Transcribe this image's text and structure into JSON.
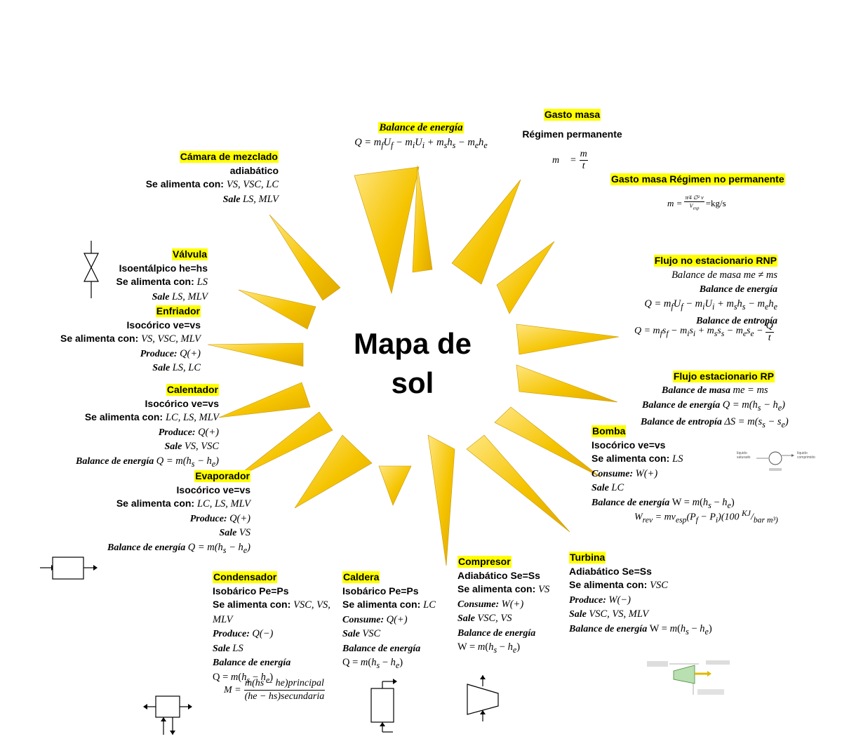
{
  "title": "Mapa de sol",
  "colors": {
    "ray_fill": "#f5c400",
    "ray_light": "#ffe680",
    "ray_edge": "#c99a00",
    "highlight": "#ffff00"
  },
  "balance_top": {
    "label": "Balance de energía",
    "eq": "Q = m_f U_f − m_i U_i + m_s h_s − m_e h_e"
  },
  "gasto_masa": {
    "label": "Gasto masa",
    "line": "Régimen permanente",
    "eq_lhs": "m",
    "eq_num": "m",
    "eq_den": "t"
  },
  "gasto_np": {
    "label": "Gasto masa Régimen no permanente",
    "eq": "m = (π/4 ∅² v)/V_esp = kg/s"
  },
  "camara": {
    "label": "Cámara de mezclado",
    "l1": "adiabático",
    "l2a": "Se alimenta con: ",
    "l2b": "VS, VSC, LC",
    "l3a": "Sale ",
    "l3b": "LS, MLV"
  },
  "valvula": {
    "label": "Válvula",
    "l1": "Isoentálpico he=hs",
    "l2a": "Se alimenta con: ",
    "l2b": "LS",
    "l3a": "Sale ",
    "l3b": "LS, MLV"
  },
  "enfriador": {
    "label": "Enfriador",
    "l1": "Isocórico ve=vs",
    "l2a": "Se alimenta con: ",
    "l2b": "VS, VSC, MLV",
    "l3a": "Produce: ",
    "l3b": "Q(+)",
    "l4a": "Sale ",
    "l4b": "LS, LC"
  },
  "calentador": {
    "label": "Calentador",
    "l1": "Isocórico ve=vs",
    "l2a": "Se alimenta con: ",
    "l2b": "LC, LS, MLV",
    "l3a": "Produce: ",
    "l3b": "Q(+)",
    "l4a": "Sale ",
    "l4b": "VS, VSC",
    "l5a": "Balance de energía ",
    "l5b": "Q = m(h_s − h_e)"
  },
  "evaporador": {
    "label": "Evaporador",
    "l1": "Isocórico ve=vs",
    "l2a": "Se alimenta con: ",
    "l2b": "LC, LS, MLV",
    "l3a": "Produce: ",
    "l3b": "Q(+)",
    "l4a": "Sale ",
    "l4b": "VS",
    "l5a": "Balance de energía ",
    "l5b": "Q = m(h_s − h_e)"
  },
  "condensador": {
    "label": "Condensador",
    "l1": "Isobárico Pe=Ps",
    "l2a": "Se alimenta con: ",
    "l2b": "VSC, VS,",
    "l2c": "MLV",
    "l3a": "Produce: ",
    "l3b": "Q(−)",
    "l4a": "Sale ",
    "l4b": "LS",
    "l5": "Balance de energía",
    "l6": "Q = m(h_s − h_e)",
    "l7_lhs": "M =",
    "l7_num": "m(hs − he)principal",
    "l7_den": "(he − hs)secundaria"
  },
  "caldera": {
    "label": "Caldera",
    "l1": "Isobárico Pe=Ps",
    "l2a": "Se alimenta con: ",
    "l2b": "LC",
    "l3a": "Consume: ",
    "l3b": "Q(+)",
    "l4a": "Sale ",
    "l4b": "VSC",
    "l5": "Balance de energía",
    "l6": "Q = m(h_s − h_e)"
  },
  "compresor": {
    "label": "Compresor",
    "l1": "Adiabático Se=Ss",
    "l2a": "Se alimenta con: ",
    "l2b": "VS",
    "l3a": "Consume: ",
    "l3b": "W(+)",
    "l4a": "Sale ",
    "l4b": "VSC, VS",
    "l5": "Balance de energía",
    "l6": "W = m(h_s − h_e)"
  },
  "turbina": {
    "label": "Turbina",
    "l1": "Adiabático Se=Ss",
    "l2a": "Se alimenta con: ",
    "l2b": "VSC",
    "l3a": "Produce: ",
    "l3b": "W(−)",
    "l4a": "Sale ",
    "l4b": "VSC, VS, MLV",
    "l5a": "Balance de energía ",
    "l5b": "W = m(h_s − h_e)"
  },
  "bomba": {
    "label": "Bomba",
    "l1": "Isocórico ve=vs",
    "l2a": "Se alimenta con: ",
    "l2b": "LS",
    "l3a": "Consume: ",
    "l3b": "W(+)",
    "l4a": "Sale ",
    "l4b": "LC",
    "l5a": "Balance de energía ",
    "l5b": "W = m(h_s − h_e)",
    "l6": "W_rev = m v_esp (P_f − P_i)(100 KJ/bar m³)"
  },
  "rnp": {
    "label": "Flujo no estacionario RNP",
    "l1": "Balance de masa me ≠ ms",
    "l2": "Balance de energía",
    "l3": "Q = m_f U_f − m_i U_i + m_s h_s − m_e h_e",
    "l4": "Balance de entropía",
    "l5": "Q = m_f s_f − m_i s_i + m_s s_s − m_e s_e − Q/t"
  },
  "rp": {
    "label": "Flujo estacionario RP",
    "l1a": "Balance de masa ",
    "l1b": "me = ms",
    "l2a": "Balance de energía ",
    "l2b": "Q = m(h_s − h_e)",
    "l3a": "Balance de entropía ",
    "l3b": "ΔS = m(s_s − s_e)"
  },
  "bomba_fig": {
    "in_label": "líquido saturado",
    "out_label": "líquido comprimido"
  }
}
